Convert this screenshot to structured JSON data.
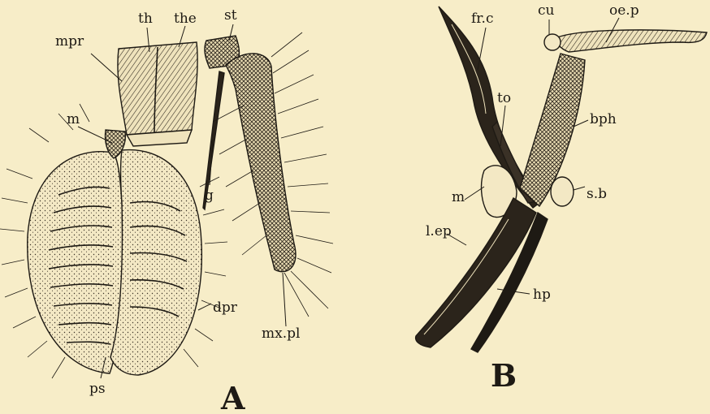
{
  "figure": {
    "panels": {
      "a": "A",
      "b": "B"
    },
    "labels_a": {
      "mpr": "mpr",
      "th": "th",
      "the": "the",
      "st": "st",
      "m": "m",
      "g": "g",
      "dpr": "dpr",
      "mxpl": "mx.pl",
      "ps": "ps"
    },
    "labels_b": {
      "frc": "fr.c",
      "cu": "cu",
      "oep": "oe.p",
      "to": "to",
      "bph": "bph",
      "m": "m",
      "sb": "s.b",
      "lep": "l.ep",
      "hp": "hp"
    },
    "colors": {
      "paper": "#f7edc8",
      "ink": "#1e1a14",
      "shade": "#3a3126"
    }
  }
}
